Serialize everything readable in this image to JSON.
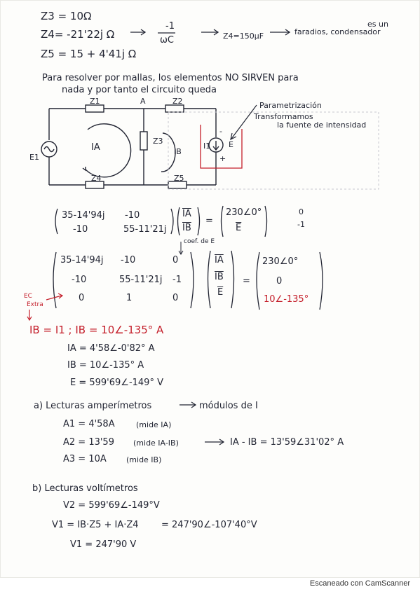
{
  "header": {
    "z3": "Z3 = 10Ω",
    "z4": "Z4= -21'22j Ω",
    "z4_frac_num": "-1",
    "z4_frac_den": "ωC",
    "z4_result": "Z4=150µF",
    "z4_note_top": "es un",
    "z4_note": "faradios, condensador",
    "z5": "Z5 = 15 + 4'41j Ω"
  },
  "intro": {
    "line1": "Para resolver por mallas, los elementos NO SIRVEN para",
    "line2": "nada y por tanto el circuito queda"
  },
  "circuit": {
    "z1": "Z1",
    "z2": "Z2",
    "z3": "Z3",
    "z4": "Z4",
    "z5": "Z5",
    "node_a": "A",
    "e1": "E1",
    "ia": "IA",
    "ib": "IB",
    "i1": "I1",
    "e": "E",
    "minus": "-",
    "plus": "+",
    "note1": "Parametrización",
    "note2": "Transformamos",
    "note3": "la fuente de intensidad"
  },
  "matrix1": {
    "r1c1": "35-14'94j",
    "r1c2": "-10",
    "r2c1": "-10",
    "r2c2": "55-11'21j",
    "v1": "IA",
    "v2": "IB",
    "rhs1": "230∠0°",
    "rhs2": "E",
    "side1": "0",
    "side2": "-1",
    "note": "coef. de E"
  },
  "matrix2": {
    "r1": [
      "35-14'94j",
      "-10",
      "0"
    ],
    "r2": [
      "-10",
      "55-11'21j",
      "-1"
    ],
    "r3": [
      "0",
      "1",
      "0"
    ],
    "v": [
      "IA",
      "IB",
      "E"
    ],
    "rhs": [
      "230∠0°",
      "0",
      "10∠-135°"
    ],
    "ec_label1": "EC",
    "ec_label2": "Extra"
  },
  "result": {
    "ib_eq": "IB = I1 ;  IB = 10∠-135° A",
    "ia": "IA = 4'58∠-0'82° A",
    "ib": "IB = 10∠-135° A",
    "e": "E = 599'69∠-149° V"
  },
  "part_a": {
    "title": "a) Lecturas amperímetros",
    "title_note": "módulos de I",
    "a1": "A1 = 4'58A",
    "a1_note": "(mide IA)",
    "a2": "A2 = 13'59",
    "a2_note": "(mide IA-IB)",
    "a2_calc": "IA - IB = 13'59∠31'02° A",
    "a3": "A3 = 10A",
    "a3_note": "(mide IB)"
  },
  "part_b": {
    "title": "b) Lecturas voltímetros",
    "v2": "V2 = 599'69∠-149°V",
    "v1_eq": "V1 = IB·Z5 + IA·Z4",
    "v1_val": "= 247'90∠-107'40°V",
    "v1": "V1 = 247'90 V"
  },
  "footer": {
    "scanner": "Escaneado con CamScanner"
  }
}
